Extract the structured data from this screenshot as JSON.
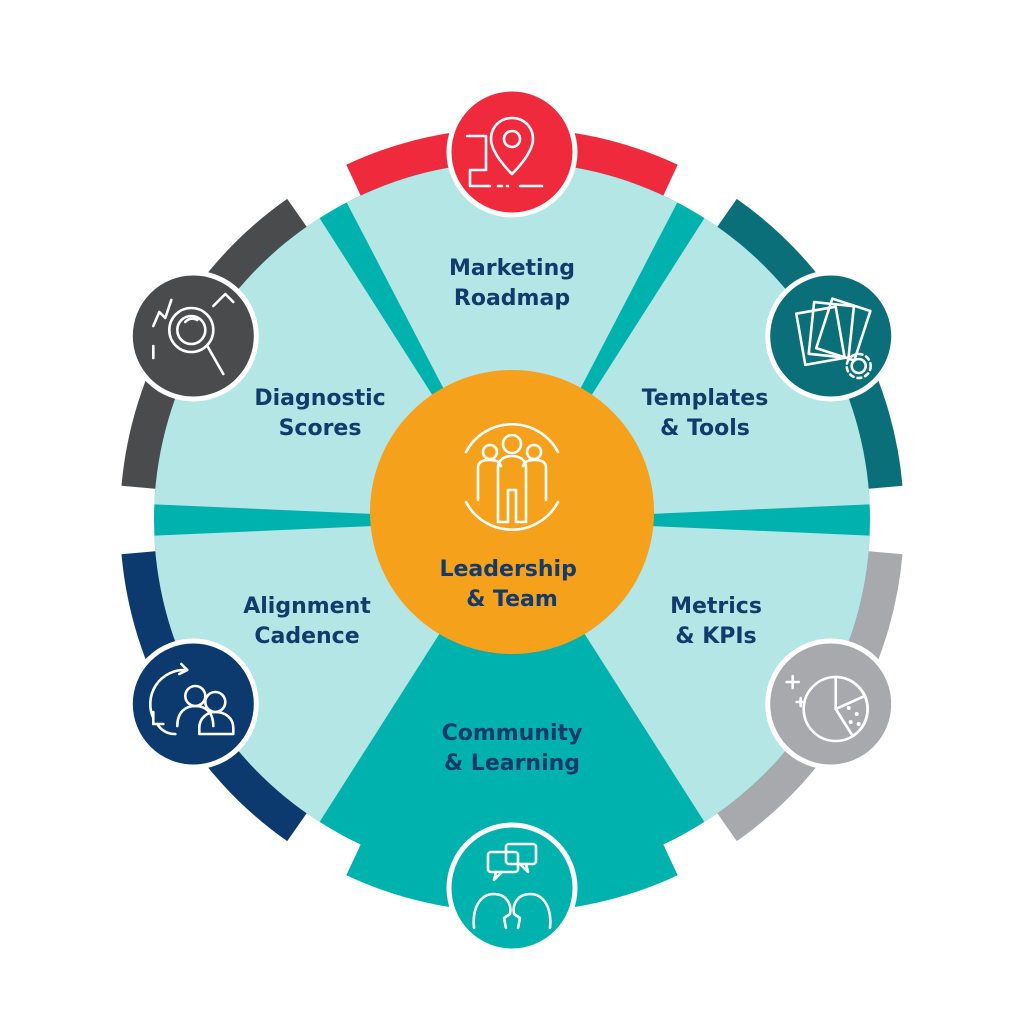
{
  "colors": {
    "segment_light": "#b3e6e5",
    "segment_active": "#00b2ae",
    "gap": "#00b2ae",
    "center": "#f5a11c",
    "label_text": "#123a6b"
  },
  "center": {
    "line1": "Leadership",
    "line2": "& Team",
    "icon": "team-icon"
  },
  "segments": [
    {
      "id": "marketing-roadmap",
      "line1": "Marketing",
      "line2": "Roadmap",
      "color": "#ee2a3c",
      "icon": "map-pin-route-icon"
    },
    {
      "id": "templates-tools",
      "line1": "Templates",
      "line2": "& Tools",
      "color": "#0b6f7a",
      "icon": "documents-gear-icon"
    },
    {
      "id": "metrics-kpis",
      "line1": "Metrics",
      "line2": "& KPIs",
      "color": "#a7a9ac",
      "icon": "pie-chart-icon"
    },
    {
      "id": "community-learning",
      "line1": "Community",
      "line2": "& Learning",
      "color": "#00b2ae",
      "icon": "conversation-icon"
    },
    {
      "id": "alignment-cadence",
      "line1": "Alignment",
      "line2": "Cadence",
      "color": "#0d3a6e",
      "icon": "people-cycle-icon"
    },
    {
      "id": "diagnostic-scores",
      "line1": "Diagnostic",
      "line2": "Scores",
      "color": "#4a4b4d",
      "icon": "magnifier-icon"
    }
  ]
}
